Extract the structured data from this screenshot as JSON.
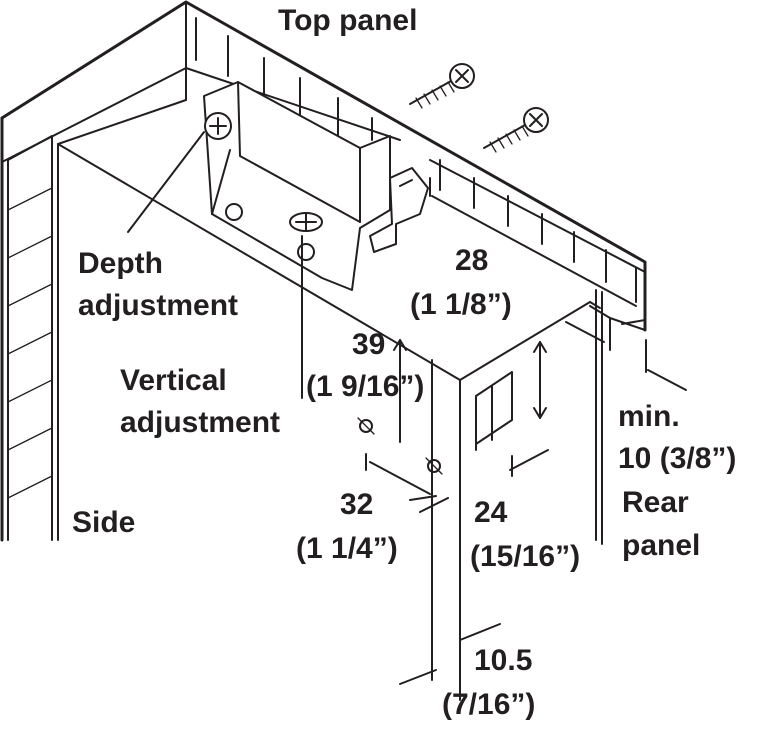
{
  "labels": {
    "top_panel": "Top panel",
    "side": "Side",
    "rear_panel_1": "Rear",
    "rear_panel_2": "panel",
    "depth_adj_1": "Depth",
    "depth_adj_2": "adjustment",
    "vertical_adj_1": "Vertical",
    "vertical_adj_2": "adjustment"
  },
  "dimensions": {
    "d28": "28",
    "d28_in": "(1 1/8”)",
    "d39": "39",
    "d39_in": "(1 9/16”)",
    "d32": "32",
    "d32_in": "(1 1/4”)",
    "d24": "24",
    "d24_in": "(15/16”)",
    "min_label": "min.",
    "min10": "10 (3/8”)",
    "d10_5": "10.5",
    "d10_5_in": "(7/16”)"
  },
  "colors": {
    "line": "#231f20",
    "background": "#ffffff"
  }
}
